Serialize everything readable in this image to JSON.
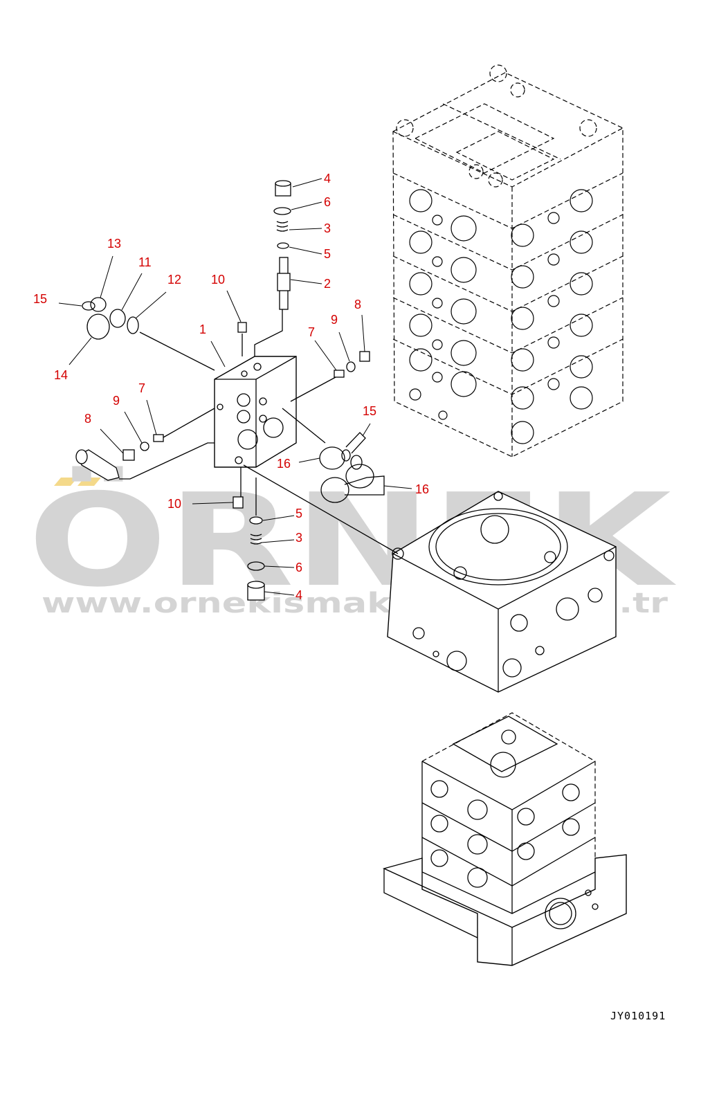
{
  "diagram": {
    "drawing_code": "JY010191",
    "watermark": {
      "brand": "ÖRNEK",
      "url": "www.ornekismakinalari.com.tr",
      "accent_color": "#f4d98a"
    },
    "callout_color": "#d40000",
    "callouts": [
      {
        "id": "c4a",
        "label": "4"
      },
      {
        "id": "c6a",
        "label": "6"
      },
      {
        "id": "c3a",
        "label": "3"
      },
      {
        "id": "c5a",
        "label": "5"
      },
      {
        "id": "c2",
        "label": "2"
      },
      {
        "id": "c13",
        "label": "13"
      },
      {
        "id": "c11",
        "label": "11"
      },
      {
        "id": "c12",
        "label": "12"
      },
      {
        "id": "c10a",
        "label": "10"
      },
      {
        "id": "c15a",
        "label": "15"
      },
      {
        "id": "c14",
        "label": "14"
      },
      {
        "id": "c1",
        "label": "1"
      },
      {
        "id": "c8a",
        "label": "8"
      },
      {
        "id": "c9a",
        "label": "9"
      },
      {
        "id": "c7a",
        "label": "7"
      },
      {
        "id": "c7b",
        "label": "7"
      },
      {
        "id": "c9b",
        "label": "9"
      },
      {
        "id": "c8b",
        "label": "8"
      },
      {
        "id": "c15b",
        "label": "15"
      },
      {
        "id": "c16a",
        "label": "16"
      },
      {
        "id": "c16b",
        "label": "16"
      },
      {
        "id": "c10b",
        "label": "10"
      },
      {
        "id": "c5b",
        "label": "5"
      },
      {
        "id": "c3b",
        "label": "3"
      },
      {
        "id": "c6b",
        "label": "6"
      },
      {
        "id": "c4b",
        "label": "4"
      }
    ]
  }
}
